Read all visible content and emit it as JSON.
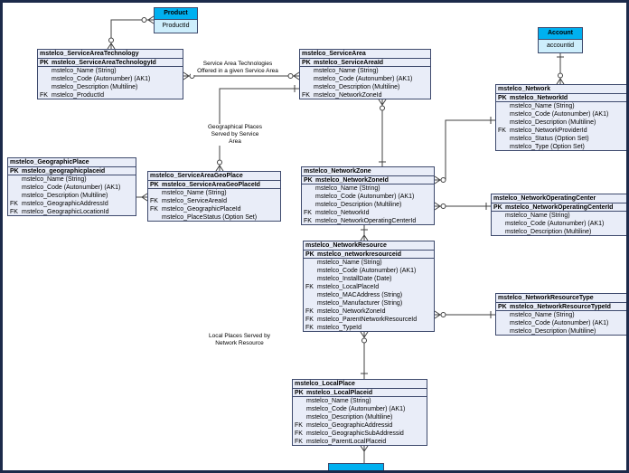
{
  "colors": {
    "page_border": "#1c2a4a",
    "background": "#ffffff",
    "entity_fill": "#e9edf8",
    "entity_border": "#3e4a6d",
    "standard_header_fill": "#00b0f0",
    "standard_body_fill": "#cdeefc",
    "connector": "#404040"
  },
  "entities": {
    "product": {
      "title": "Product",
      "rows": [
        {
          "k": "",
          "t": "ProductId",
          "b": false
        }
      ]
    },
    "account": {
      "title": "Account",
      "rows": [
        {
          "k": "",
          "t": "accountid",
          "b": false
        }
      ]
    },
    "service_area_technology": {
      "title": "mstelco_ServiceAreaTechnology",
      "rows": [
        {
          "k": "PK",
          "t": "mstelco_ServiceAreaTechnologyId",
          "b": true
        },
        {
          "k": "",
          "t": "mstelco_Name (String)",
          "b": false
        },
        {
          "k": "",
          "t": "mstelco_Code (Autonumber) (AK1)",
          "b": false
        },
        {
          "k": "",
          "t": "mstelco_Description (Multiline)",
          "b": false
        },
        {
          "k": "FK",
          "t": "mstelco_ProductId",
          "b": false
        }
      ]
    },
    "service_area": {
      "title": "mstelco_ServiceArea",
      "rows": [
        {
          "k": "PK",
          "t": "mstelco_ServiceAreaId",
          "b": true
        },
        {
          "k": "",
          "t": "mstelco_Name (String)",
          "b": false
        },
        {
          "k": "",
          "t": "mstelco_Code (Autonumber) (AK1)",
          "b": false
        },
        {
          "k": "",
          "t": "mstelco_Description (Multiline)",
          "b": false
        },
        {
          "k": "FK",
          "t": "mstelco_NetworkZoneId",
          "b": false
        }
      ]
    },
    "network": {
      "title": "mstelco_Network",
      "rows": [
        {
          "k": "PK",
          "t": "mstelco_NetworkId",
          "b": true
        },
        {
          "k": "",
          "t": "mstelco_Name (String)",
          "b": false
        },
        {
          "k": "",
          "t": "mstelco_Code (Autonumber) (AK1)",
          "b": false
        },
        {
          "k": "",
          "t": "mstelco_Description (Multiline)",
          "b": false
        },
        {
          "k": "FK",
          "t": "mstelco_NetworkProviderId",
          "b": false
        },
        {
          "k": "",
          "t": "mstelco_Status (Option Set)",
          "b": false
        },
        {
          "k": "",
          "t": "mstelco_Type (Option Set)",
          "b": false
        }
      ]
    },
    "geographic_place": {
      "title": "mstelco_GeographicPlace",
      "rows": [
        {
          "k": "PK",
          "t": "mstelco_geographicplaceid",
          "b": true
        },
        {
          "k": "",
          "t": "mstelco_Name (String)",
          "b": false
        },
        {
          "k": "",
          "t": "mstelco_Code (Autonumber) (AK1)",
          "b": false
        },
        {
          "k": "",
          "t": "mstelco_Description (Multiline)",
          "b": false
        },
        {
          "k": "FK",
          "t": "mstelco_GeographicAddressId",
          "b": false
        },
        {
          "k": "FK",
          "t": "mstelco_GeographicLocationId",
          "b": false
        }
      ]
    },
    "service_area_geo_place": {
      "title": "mstelco_ServiceAreaGeoPlace",
      "rows": [
        {
          "k": "PK",
          "t": "mstelco_ServiceAreaGeoPlaceId",
          "b": true
        },
        {
          "k": "",
          "t": "mstelco_Name (String)",
          "b": false
        },
        {
          "k": "FK",
          "t": "mstelco_ServiceAreaId",
          "b": false
        },
        {
          "k": "FK",
          "t": "mstelco_GeographicPlaceId",
          "b": false
        },
        {
          "k": "",
          "t": "mstelco_PlaceStatus (Option Set)",
          "b": false
        }
      ]
    },
    "network_zone": {
      "title": "mstelco_NetworkZone",
      "rows": [
        {
          "k": "PK",
          "t": "mstelco_NetworkZoneId",
          "b": true
        },
        {
          "k": "",
          "t": "mstelco_Name (String)",
          "b": false
        },
        {
          "k": "",
          "t": "mstelco_Code (Autonumber) (AK1)",
          "b": false
        },
        {
          "k": "",
          "t": "mstelco_Description (Multiline)",
          "b": false
        },
        {
          "k": "FK",
          "t": "mstelco_NetworkId",
          "b": false
        },
        {
          "k": "FK",
          "t": "mstelco_NetworkOperatingCenterId",
          "b": false
        }
      ]
    },
    "network_operating_center": {
      "title": "mstelco_NetworkOperatingCenter",
      "rows": [
        {
          "k": "PK",
          "t": "mstelco_NetworkOperatingCenterId",
          "b": true
        },
        {
          "k": "",
          "t": "mstelco_Name (String)",
          "b": false
        },
        {
          "k": "",
          "t": "mstelco_Code (Autonumber) (AK1)",
          "b": false
        },
        {
          "k": "",
          "t": "mstelco_Description (Multiline)",
          "b": false
        }
      ]
    },
    "network_resource": {
      "title": "mstelco_NetworkResource",
      "rows": [
        {
          "k": "PK",
          "t": "mstelco_networkresourceid",
          "b": true
        },
        {
          "k": "",
          "t": "mstelco_Name (String)",
          "b": false
        },
        {
          "k": "",
          "t": "mstelco_Code (Autonumber) (AK1)",
          "b": false
        },
        {
          "k": "",
          "t": "mstelco_InstallDate (Date)",
          "b": false
        },
        {
          "k": "FK",
          "t": "mstelco_LocalPlaceId",
          "b": false
        },
        {
          "k": "",
          "t": "mstelco_MACAddress (String)",
          "b": false
        },
        {
          "k": "",
          "t": "mstelco_Manufacturer (String)",
          "b": false
        },
        {
          "k": "FK",
          "t": "mstelco_NetworkZoneId",
          "b": false
        },
        {
          "k": "FK",
          "t": "mstelco_ParentNetworkResourceId",
          "b": false
        },
        {
          "k": "FK",
          "t": "mstelco_TypeId",
          "b": false
        }
      ]
    },
    "network_resource_type": {
      "title": "mstelco_NetworkResourceType",
      "rows": [
        {
          "k": "PK",
          "t": "mstelco_NetworkResourceTypeId",
          "b": true
        },
        {
          "k": "",
          "t": "mstelco_Name (String)",
          "b": false
        },
        {
          "k": "",
          "t": "mstelco_Code (Autonumber) (AK1)",
          "b": false
        },
        {
          "k": "",
          "t": "mstelco_Description (Multiline)",
          "b": false
        }
      ]
    },
    "local_place": {
      "title": "mstelco_LocalPlace",
      "rows": [
        {
          "k": "PK",
          "t": "mstelco_LocalPlaceid",
          "b": true
        },
        {
          "k": "",
          "t": "mstelco_Name (String)",
          "b": false
        },
        {
          "k": "",
          "t": "mstelco_Code (Autonumber) (AK1)",
          "b": false
        },
        {
          "k": "",
          "t": "mstelco_Description (Multiline)",
          "b": false
        },
        {
          "k": "FK",
          "t": "mstelco_GeographicAddressid",
          "b": false
        },
        {
          "k": "FK",
          "t": "mstelco_GeographicSubAddressid",
          "b": false
        },
        {
          "k": "FK",
          "t": "mstelco_ParentLocalPlaceid",
          "b": false
        }
      ]
    }
  },
  "relationship_labels": {
    "sat_sa": "Service Area Technologies\nOffered in a given Service Area",
    "sa_geo": "Geographical Places\nServed by Service\nArea",
    "nr_lp": "Local Places Served by\nNetwork Resource"
  }
}
